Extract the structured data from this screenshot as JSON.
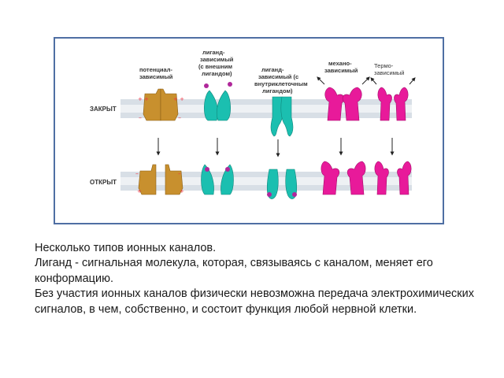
{
  "figure": {
    "row_labels": {
      "closed": "ЗАКРЫТ",
      "open": "ОТКРЫТ"
    },
    "channels": [
      {
        "label_lines": [
          "потенциал-",
          "зависимый"
        ]
      },
      {
        "label_lines": [
          "лиганд-",
          "зависимый",
          "(с внешним",
          "лигандом)"
        ]
      },
      {
        "label_lines": [
          "лиганд-",
          "зависимый (с",
          "внутриклеточным",
          "лигандом)"
        ]
      },
      {
        "label_lines": [
          "механо-",
          "зависимый"
        ]
      },
      {
        "label_lines": [
          "Термо-",
          "зависимый"
        ]
      }
    ],
    "colors": {
      "voltage": "#c8902e",
      "ligand": "#1bbfb0",
      "mechano": "#e81a9a",
      "membrane": "#d8dfe6",
      "ligand_dot": "#b0279a",
      "charge": "#ee3344"
    }
  },
  "caption": {
    "line1": "Несколько типов ионных каналов.",
    "line2": "Лиганд - сигнальная молекула, которая, связываясь с каналом, меняет его конформацию.",
    "line3": "Без участия ионных каналов физически невозможна передача электрохимических сигналов, в чем, собственно, и состоит функция любой нервной клетки."
  }
}
